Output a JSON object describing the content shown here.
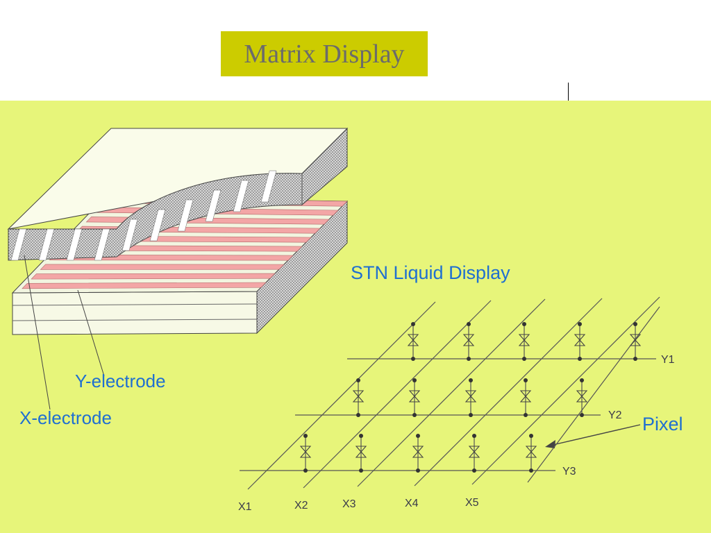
{
  "slide": {
    "title": "Matrix Display"
  },
  "diagram": {
    "stn_label": "STN Liquid Display",
    "y_electrode_label": "Y-electrode",
    "x_electrode_label": "X-electrode",
    "pixel_label": "Pixel",
    "row_labels": [
      "Y1",
      "Y2",
      "Y3"
    ],
    "column_labels": [
      "X1",
      "X2",
      "X3",
      "X4",
      "X5"
    ],
    "colors": {
      "panel_background": "#e7f57a",
      "title_background": "#cccc00",
      "label_blue": "#1f6fd1",
      "stripe_pink": "#f3a6a6"
    }
  }
}
